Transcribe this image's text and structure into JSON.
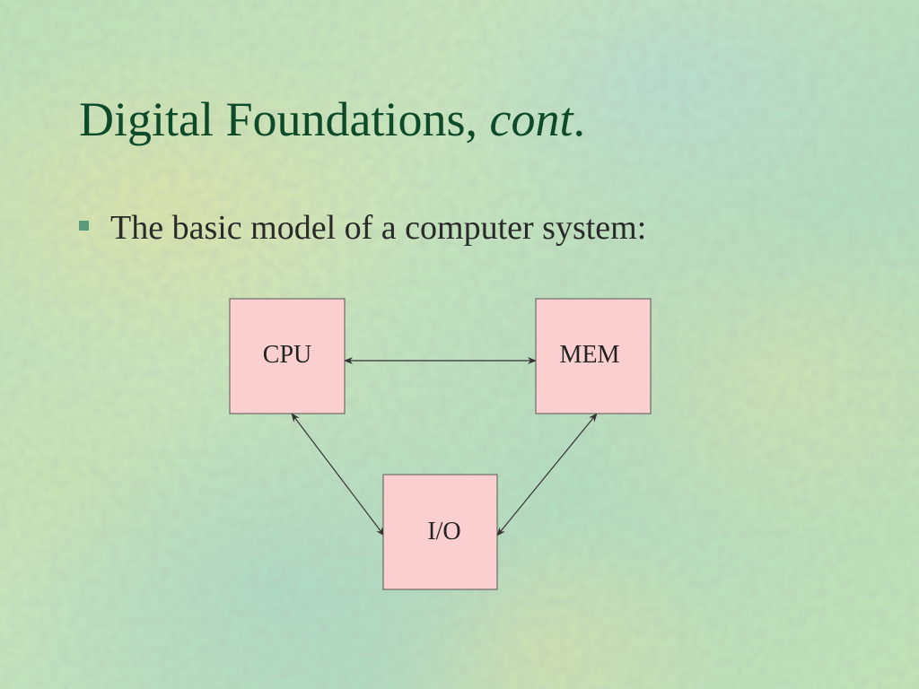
{
  "slide": {
    "title_main": "Digital Foundations, ",
    "title_italic": "cont",
    "title_end": ".",
    "bullet": "The basic model of a computer system:"
  },
  "diagram": {
    "nodes": {
      "cpu": "CPU",
      "mem": "MEM",
      "io": "I/O"
    },
    "edges": [
      {
        "from": "CPU",
        "to": "MEM",
        "direction": "bidirectional"
      },
      {
        "from": "CPU",
        "to": "I/O",
        "direction": "bidirectional"
      },
      {
        "from": "MEM",
        "to": "I/O",
        "direction": "bidirectional"
      }
    ]
  },
  "colors": {
    "title": "#0c4a2a",
    "box_fill": "#fbcfd0",
    "bullet_marker": "#5a9a78"
  }
}
